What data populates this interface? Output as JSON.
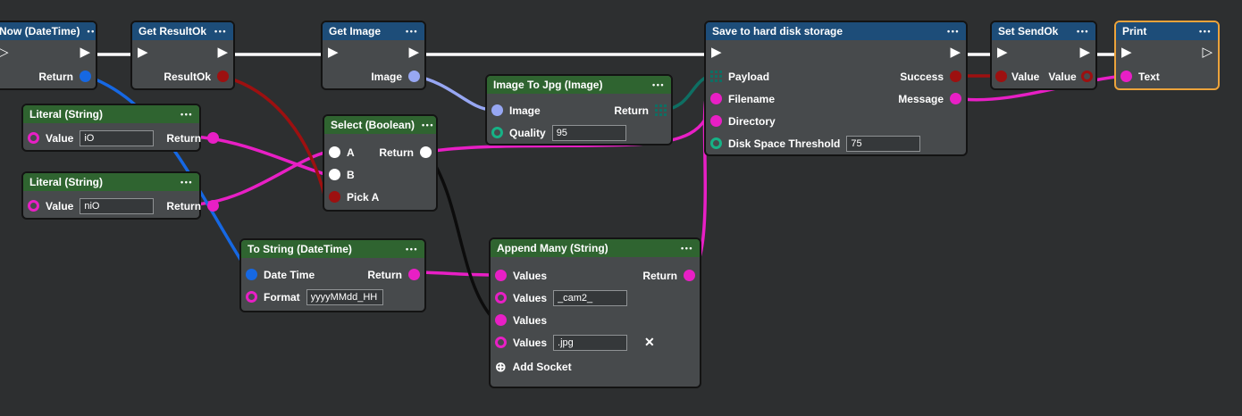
{
  "colors": {
    "background": "#2d2f30",
    "node_body": "#474a4c",
    "header_blue": "#1d4d79",
    "header_green": "#2f6430",
    "selection_orange": "#eca33b",
    "exec_white": "#ffffff",
    "type_string": "#e81fc5",
    "type_datetime": "#1668e3",
    "type_boolean": "#9d1010",
    "type_image": "#97a7f3",
    "type_bytes": "#0e6f63",
    "type_number": "#17b286",
    "wire_black": "#0c0c0c"
  },
  "icons": {
    "ellipsis": "•••",
    "exec_filled": "▶",
    "exec_empty": "▷",
    "add_socket": "⊕",
    "delete": "✕"
  },
  "nodes": {
    "now": {
      "title": "Now (DateTime)",
      "outputs": {
        "return_label": "Return"
      }
    },
    "get_resultok": {
      "title": "Get ResultOk",
      "outputs": {
        "resultok_label": "ResultOk"
      }
    },
    "get_image": {
      "title": "Get Image",
      "outputs": {
        "image_label": "Image"
      }
    },
    "image_to_jpg": {
      "title": "Image To Jpg (Image)",
      "inputs": {
        "image_label": "Image",
        "quality_label": "Quality",
        "quality_value": "95"
      },
      "outputs": {
        "return_label": "Return"
      }
    },
    "save_to_disk": {
      "title": "Save to hard disk storage",
      "inputs": {
        "payload_label": "Payload",
        "filename_label": "Filename",
        "directory_label": "Directory",
        "disk_label": "Disk Space Threshold",
        "disk_value": "75"
      },
      "outputs": {
        "success_label": "Success",
        "message_label": "Message"
      }
    },
    "set_sendok": {
      "title": "Set SendOk",
      "inputs": {
        "value_label": "Value"
      },
      "outputs": {
        "value_label": "Value"
      }
    },
    "print": {
      "title": "Print",
      "inputs": {
        "text_label": "Text"
      }
    },
    "literal_1": {
      "title": "Literal (String)",
      "inputs": {
        "value_label": "Value",
        "value": "iO"
      },
      "outputs": {
        "return_label": "Return"
      }
    },
    "literal_2": {
      "title": "Literal (String)",
      "inputs": {
        "value_label": "Value",
        "value": "niO"
      },
      "outputs": {
        "return_label": "Return"
      }
    },
    "select": {
      "title": "Select (Boolean)",
      "inputs": {
        "a_label": "A",
        "b_label": "B",
        "pick_label": "Pick A"
      },
      "outputs": {
        "return_label": "Return"
      }
    },
    "to_string": {
      "title": "To String (DateTime)",
      "inputs": {
        "datetime_label": "Date Time",
        "format_label": "Format",
        "format_value": "yyyyMMdd_HH"
      },
      "outputs": {
        "return_label": "Return"
      }
    },
    "append_many": {
      "title": "Append Many (String)",
      "inputs": {
        "values_label": "Values",
        "values2_value": "_cam2_",
        "values4_value": ".jpg"
      },
      "outputs": {
        "return_label": "Return"
      },
      "footer": {
        "add_socket_label": "Add Socket"
      }
    }
  },
  "connections": [
    "Now.exec -> Get ResultOk.exec",
    "Get ResultOk.exec -> Get Image.exec",
    "Get Image.exec -> Save to hard disk storage.exec",
    "Save to hard disk storage.exec -> Set SendOk.exec",
    "Set SendOk.exec -> Print.exec",
    "Now.Return -> To String.Date Time",
    "Get ResultOk.ResultOk -> Select.Pick A",
    "Get Image.Image -> Image To Jpg.Image",
    "Literal(iO).Return -> Select.B",
    "Literal(niO).Return -> Select.A",
    "Select.Return -> Save to hard disk storage.Directory",
    "Select.Return -> Append Many.Values[3]",
    "To String.Return -> Append Many.Values[1]",
    "Image To Jpg.Return -> Save to hard disk storage.Payload",
    "Append Many.Return -> Save to hard disk storage.Filename",
    "Save to hard disk storage.Success -> Set SendOk.Value",
    "Save to hard disk storage.Message -> Print.Text"
  ]
}
